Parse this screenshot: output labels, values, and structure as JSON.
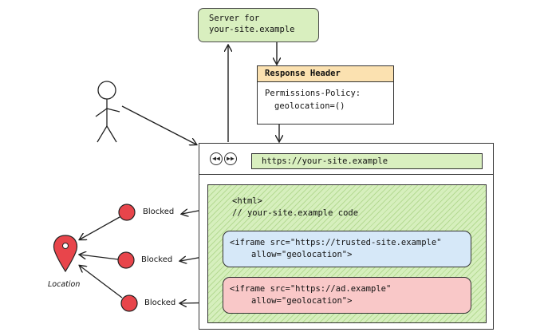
{
  "server": {
    "line1": "Server for",
    "line2": "your-site.example"
  },
  "response_header": {
    "title": "Response Header",
    "line1": "Permissions-Policy:",
    "line2": "geolocation=()"
  },
  "browser": {
    "url": "https://your-site.example",
    "back_icon": "rewind-icon",
    "forward_icon": "fast-forward-icon"
  },
  "page": {
    "code_line1": "<html>",
    "code_line2": "// your-site.example code"
  },
  "iframes": {
    "trusted": {
      "line1": "<iframe src=\"https://trusted-site.example\"",
      "line2": "allow=\"geolocation\">"
    },
    "ad": {
      "line1": "<iframe src=\"https://ad.example\"",
      "line2": "allow=\"geolocation\">"
    }
  },
  "blocked_labels": [
    "Blocked",
    "Blocked",
    "Blocked"
  ],
  "location_label": "Location",
  "colors": {
    "server_fill": "#d9efbf",
    "header_fill": "#fbe1b0",
    "page_fill": "#d6efbd",
    "trusted_fill": "#d6e8f8",
    "ad_fill": "#f9c8c8",
    "blocked_dot": "#e8454b",
    "location_pin": "#e8454b"
  }
}
